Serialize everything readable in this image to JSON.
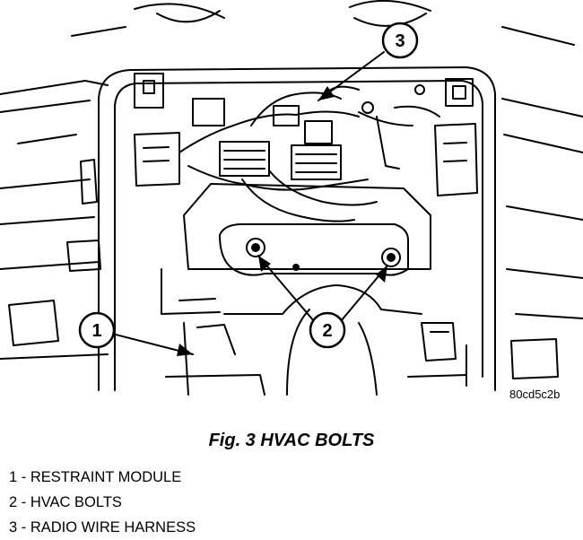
{
  "figure": {
    "drawing_code": "80cd5c2b",
    "caption": "Fig. 3 HVAC BOLTS",
    "callouts": [
      "1",
      "2",
      "3"
    ]
  },
  "legend": {
    "items": [
      {
        "number": "1",
        "label": "1 - RESTRAINT MODULE"
      },
      {
        "number": "2",
        "label": "2 - HVAC BOLTS"
      },
      {
        "number": "3",
        "label": "3 - RADIO WIRE HARNESS"
      }
    ]
  }
}
